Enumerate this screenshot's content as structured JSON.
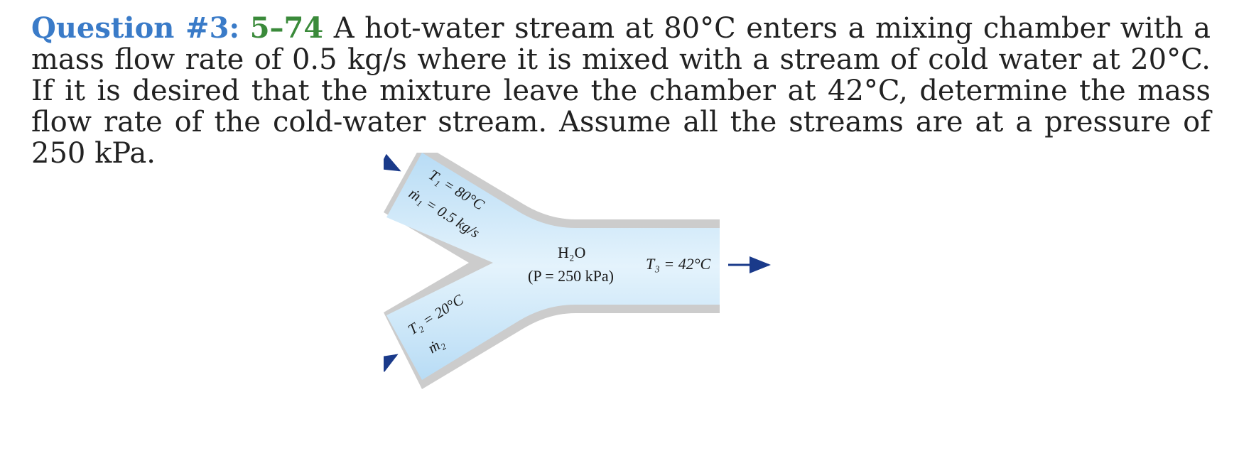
{
  "question": {
    "label": "Question #3:",
    "problem_number": "5–74",
    "text": "A hot-water stream at 80°C enters a mixing chamber with a mass flow rate of 0.5 kg/s where it is mixed with a stream of cold water at 20°C. If it is desired that the mixture leave the chamber at 42°C, determine the mass flow rate of the cold-water stream. Assume all the streams are at a pressure of 250 kPa."
  },
  "figure": {
    "inlet1_temp": "T₁ = 80°C",
    "inlet1_flow": "ṁ₁ = 0.5 kg/s",
    "inlet2_temp": "T₂ = 20°C",
    "inlet2_flow": "ṁ₂",
    "fluid": "H₂O",
    "pressure": "(P = 250 kPa)",
    "outlet_temp": "T₃ = 42°C"
  },
  "colors": {
    "label_blue": "#3a7bc8",
    "problem_green": "#3a8a3a",
    "fluid_fill": "#cfe8f8",
    "wall_gray": "#cccccc",
    "arrow_navy": "#1a3a8a"
  }
}
